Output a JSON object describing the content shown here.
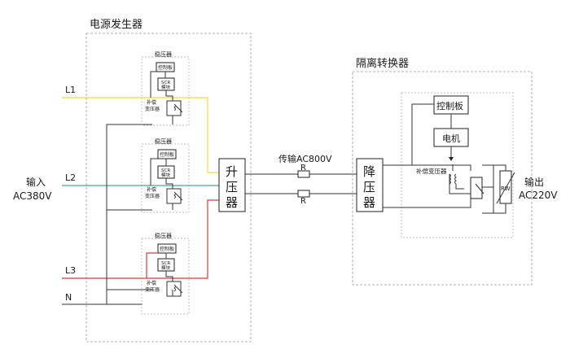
{
  "generator": {
    "title": "电源发生器"
  },
  "isolator": {
    "title": "隔离转换器"
  },
  "regulator": {
    "title": "稳压器",
    "control_board": "控制板",
    "scr": "SCR",
    "scr_sub": "模块",
    "comp_line1": "补偿",
    "comp_line2": "变压器"
  },
  "lines": {
    "l1": "L1",
    "l2": "L2",
    "l3": "L3",
    "n": "N"
  },
  "input": {
    "line1": "输入",
    "line2": "AC380V"
  },
  "booster": {
    "char1": "升",
    "char2": "压",
    "char3": "器"
  },
  "reducer": {
    "char1": "降",
    "char2": "压",
    "char3": "器"
  },
  "transmission": {
    "label": "传输AC800V",
    "r_top": "R",
    "r_bottom": "R"
  },
  "iso": {
    "control_board": "控制板",
    "motor": "电机",
    "comp_transformer": "补偿变压器",
    "rw": "RW"
  },
  "output": {
    "line1": "输出",
    "line2": "AC220V"
  },
  "colors": {
    "l1": "#f0dc3c",
    "l2": "#4aa88c",
    "l3": "#d93a3a",
    "wire": "#333333"
  }
}
